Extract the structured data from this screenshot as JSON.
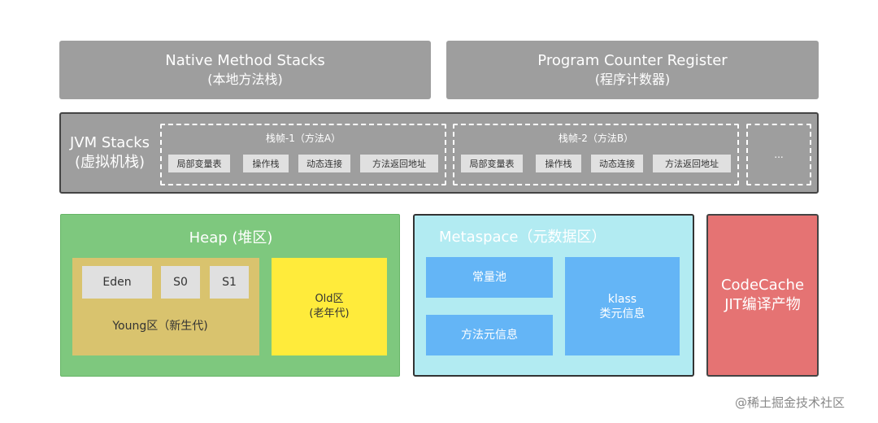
{
  "native": {
    "title": "Native Method Stacks",
    "subtitle": "(本地方法栈)"
  },
  "pcr": {
    "title": "Program Counter Register",
    "subtitle": "(程序计数器)"
  },
  "jvm": {
    "title": "JVM  Stacks",
    "subtitle": "(虚拟机栈)",
    "frames": [
      {
        "title": "栈帧-1（方法A）",
        "items": [
          "局部变量表",
          "操作栈",
          "动态连接",
          "方法返回地址"
        ]
      },
      {
        "title": "栈帧-2（方法B）",
        "items": [
          "局部变量表",
          "操作栈",
          "动态连接",
          "方法返回地址"
        ]
      }
    ],
    "more": "..."
  },
  "heap": {
    "title": "Heap (堆区)",
    "young": {
      "label": "Young区（新生代)",
      "eden": "Eden",
      "s0": "S0",
      "s1": "S1"
    },
    "old": {
      "line1": "Old区",
      "line2": "(老年代)"
    }
  },
  "metaspace": {
    "title": "Metaspace（元数据区）",
    "constant_pool": "常量池",
    "method_meta": "方法元信息",
    "klass_line1": "klass",
    "klass_line2": "类元信息"
  },
  "codecache": {
    "line1": "CodeCache",
    "line2": "JIT编译产物"
  },
  "watermark": "@稀土掘金技术社区"
}
